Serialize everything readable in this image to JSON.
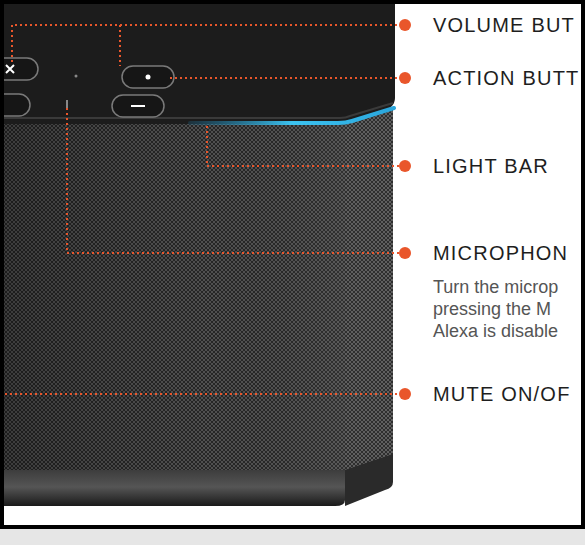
{
  "diagram": {
    "labels": [
      "VOLUME BUT",
      "ACTION BUTT",
      "LIGHT BAR",
      "MICROPHON",
      "Turn the microp pressing the M Alexa is disable",
      "MUTE ON/OF"
    ]
  }
}
